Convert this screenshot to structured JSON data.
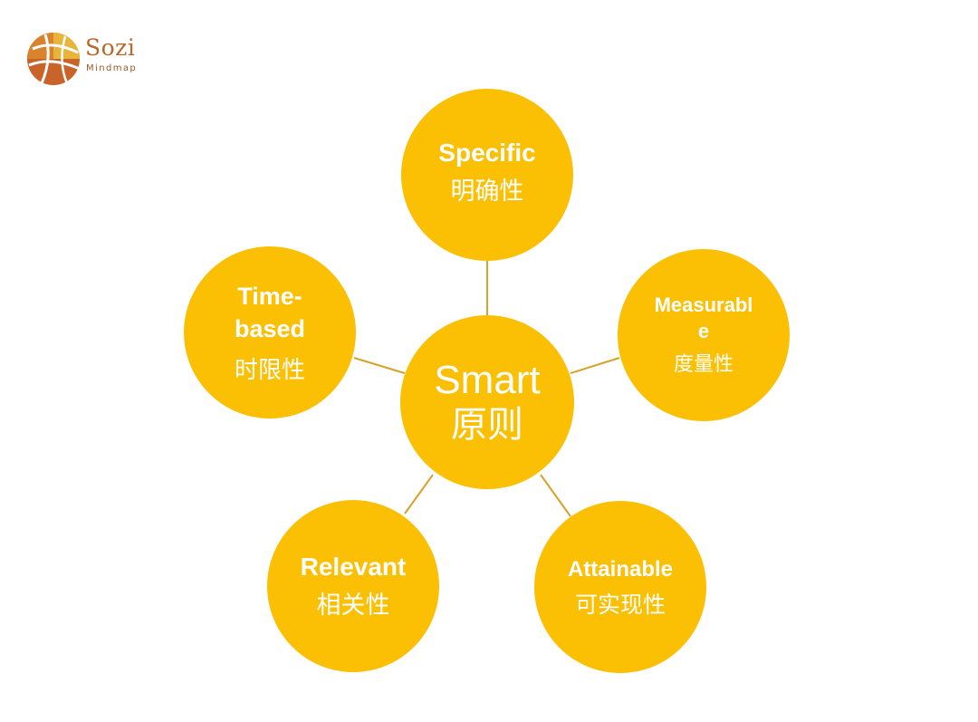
{
  "logo": {
    "name": "Sozi",
    "subtitle": "Mindmap"
  },
  "colors": {
    "node_fill": "#fbbf04",
    "text": "#ffffff",
    "connector": "#d6a32a",
    "logo_brown": "#b5692e"
  },
  "center": {
    "title": "Smart",
    "subtitle": "原则"
  },
  "nodes": {
    "specific": {
      "en": "Specific",
      "zh": "明确性"
    },
    "measurable": {
      "en": "Measurabl\ne",
      "zh": "度量性"
    },
    "attainable": {
      "en": "Attainable",
      "zh": "可实现性"
    },
    "relevant": {
      "en": "Relevant",
      "zh": "相关性"
    },
    "timebased": {
      "en": "Time-\nbased",
      "zh": "时限性"
    }
  }
}
